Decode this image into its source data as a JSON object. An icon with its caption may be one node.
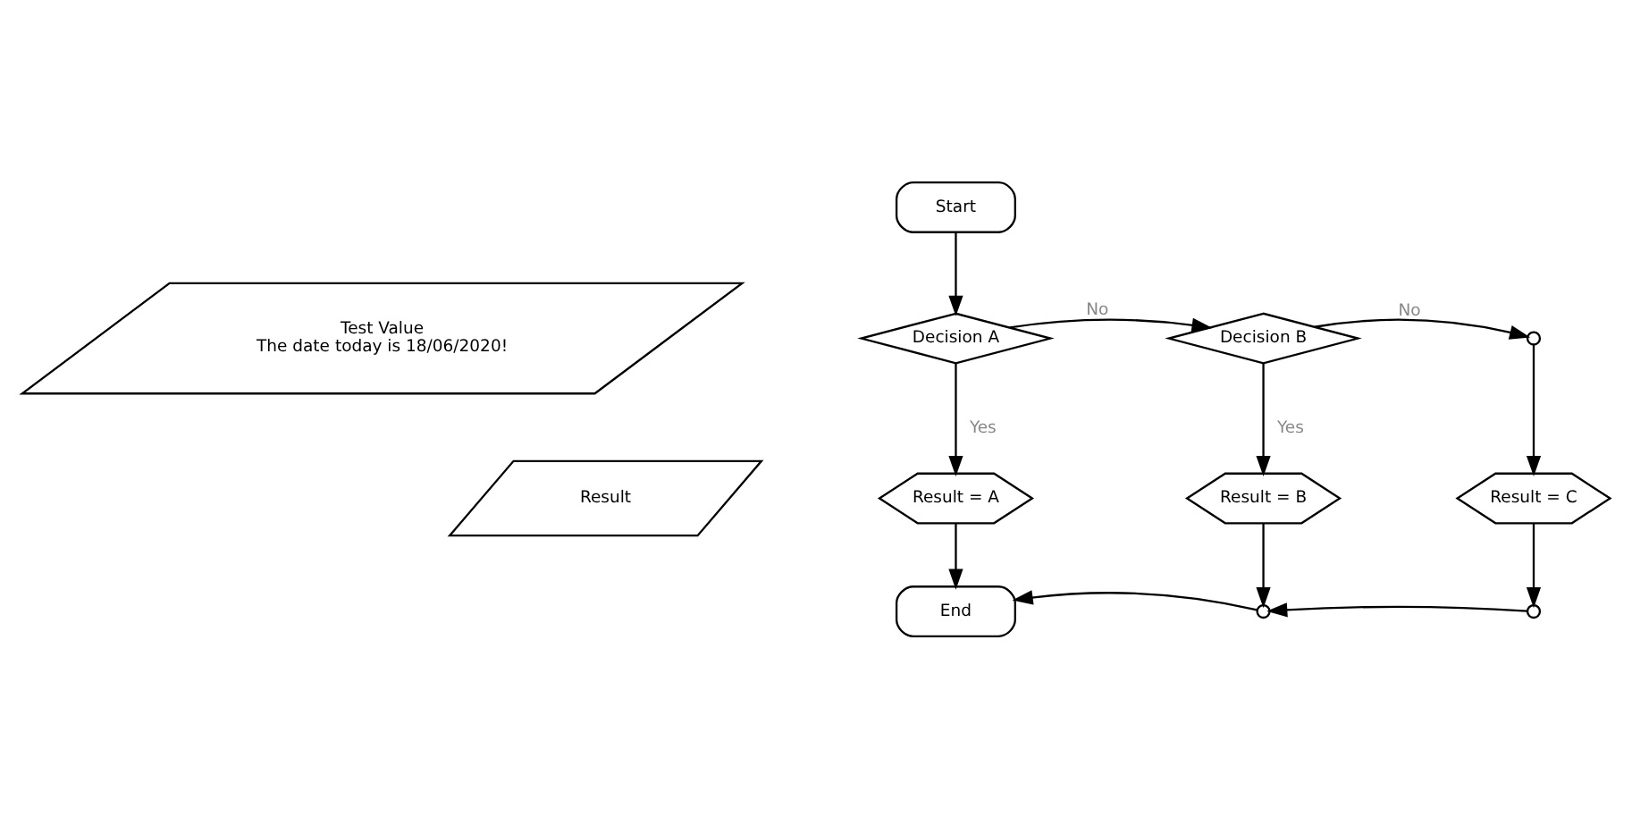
{
  "diagram": {
    "nodes": [
      {
        "text": [
          "Start"
        ]
      },
      {
        "text": [
          "Test Value",
          "The date today is 18/06/2020!"
        ]
      },
      {
        "text": [
          "Decision A"
        ]
      },
      {
        "text": [
          "Decision B"
        ]
      },
      {
        "text": [],
        "shape": "circle"
      },
      {
        "text": [
          "Result"
        ]
      },
      {
        "text": [
          "Result = A"
        ]
      },
      {
        "text": [
          "Result = B"
        ]
      },
      {
        "text": [
          "Result = C"
        ]
      },
      {
        "text": [
          "End"
        ]
      },
      {
        "text": [],
        "shape": "circle"
      },
      {
        "text": [],
        "shape": "circle"
      }
    ],
    "edges": [
      {
        "from": 0,
        "to": 2,
        "arrow": "to"
      },
      {
        "from": 2,
        "to": 3,
        "arrow": "to",
        "label": "No"
      },
      {
        "from": 3,
        "to": 4,
        "arrow": "to",
        "label": "No"
      },
      {
        "from": 2,
        "to": 6,
        "arrow": "to",
        "label": "Yes"
      },
      {
        "from": 3,
        "to": 7,
        "arrow": "to",
        "label": "Yes"
      },
      {
        "from": 4,
        "to": 8,
        "arrow": "to"
      },
      {
        "from": 6,
        "to": 9,
        "arrow": "to"
      },
      {
        "from": 7,
        "to": 10,
        "arrow": "to"
      },
      {
        "from": 8,
        "to": 11,
        "arrow": "to"
      },
      {
        "from": 11,
        "to": 10,
        "arrow": "to"
      },
      {
        "from": 10,
        "to": 9,
        "arrow": "to"
      }
    ]
  }
}
